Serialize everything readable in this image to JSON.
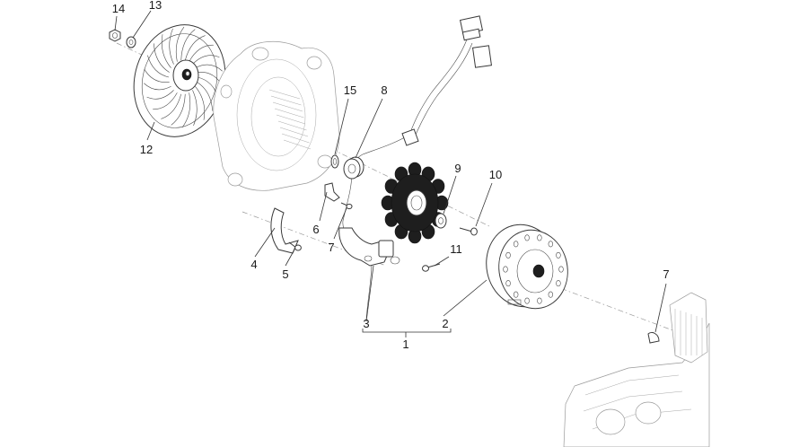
{
  "callouts": [
    {
      "id": "14",
      "label": "14"
    },
    {
      "id": "13",
      "label": "13"
    },
    {
      "id": "12",
      "label": "12"
    },
    {
      "id": "15",
      "label": "15"
    },
    {
      "id": "8",
      "label": "8"
    },
    {
      "id": "9",
      "label": "9"
    },
    {
      "id": "10",
      "label": "10"
    },
    {
      "id": "6",
      "label": "6"
    },
    {
      "id": "7a",
      "label": "7"
    },
    {
      "id": "4",
      "label": "4"
    },
    {
      "id": "5",
      "label": "5"
    },
    {
      "id": "11",
      "label": "11"
    },
    {
      "id": "3",
      "label": "3"
    },
    {
      "id": "2",
      "label": "2"
    },
    {
      "id": "1",
      "label": "1"
    },
    {
      "id": "7b",
      "label": "7"
    }
  ]
}
